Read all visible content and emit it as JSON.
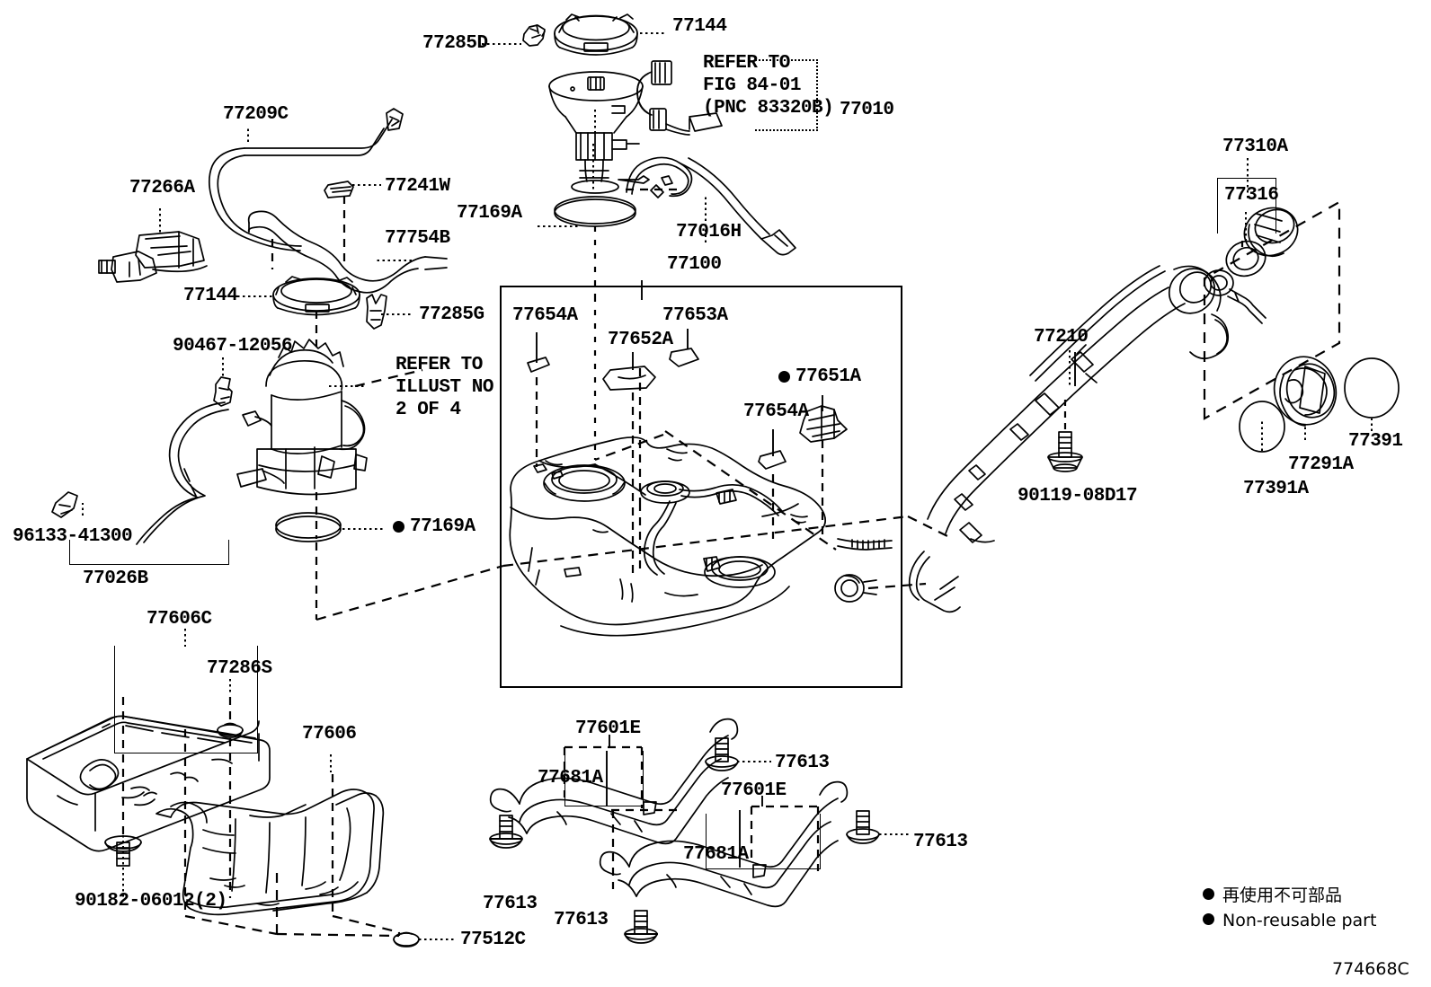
{
  "diagram": {
    "type": "automotive-parts-exploded-diagram",
    "drawing_number": "774668C",
    "subject": "Fuel Tank & Tube",
    "legend": {
      "symbol": "filled-circle",
      "text_jp": "再使用不可部品",
      "text_en": "Non-reusable part"
    },
    "notes": [
      {
        "id": "note-refer-fig",
        "lines": [
          "REFER TO",
          "FIG 84-01",
          "(PNC 83320B)"
        ]
      },
      {
        "id": "note-refer-illust",
        "lines": [
          "REFER TO",
          "ILLUST NO",
          "2 OF 4"
        ]
      }
    ],
    "callouts": [
      {
        "id": "c-77144-top",
        "text": "77144"
      },
      {
        "id": "c-77285D",
        "text": "77285D"
      },
      {
        "id": "c-77010",
        "text": "77010"
      },
      {
        "id": "c-77209C",
        "text": "77209C"
      },
      {
        "id": "c-77266A",
        "text": "77266A"
      },
      {
        "id": "c-77241W",
        "text": "77241W"
      },
      {
        "id": "c-77754B",
        "text": "77754B"
      },
      {
        "id": "c-77169A-top",
        "text": "77169A"
      },
      {
        "id": "c-77016H",
        "text": "77016H"
      },
      {
        "id": "c-77100",
        "text": "77100"
      },
      {
        "id": "c-77144-mid",
        "text": "77144"
      },
      {
        "id": "c-77285G",
        "text": "77285G"
      },
      {
        "id": "c-90467",
        "text": "90467-12056"
      },
      {
        "id": "c-96133",
        "text": "96133-41300"
      },
      {
        "id": "c-77026B",
        "text": "77026B"
      },
      {
        "id": "c-77169A-mid",
        "text": "77169A",
        "bullet": true
      },
      {
        "id": "c-77654A-1",
        "text": "77654A"
      },
      {
        "id": "c-77652A",
        "text": "77652A"
      },
      {
        "id": "c-77653A",
        "text": "77653A"
      },
      {
        "id": "c-77651A",
        "text": "77651A",
        "bullet": true
      },
      {
        "id": "c-77654A-2",
        "text": "77654A"
      },
      {
        "id": "c-77310A",
        "text": "77310A"
      },
      {
        "id": "c-77316",
        "text": "77316"
      },
      {
        "id": "c-77210",
        "text": "77210"
      },
      {
        "id": "c-90119",
        "text": "90119-08D17"
      },
      {
        "id": "c-77391",
        "text": "77391"
      },
      {
        "id": "c-77291A",
        "text": "77291A"
      },
      {
        "id": "c-77391A",
        "text": "77391A"
      },
      {
        "id": "c-77606C",
        "text": "77606C"
      },
      {
        "id": "c-77286S",
        "text": "77286S"
      },
      {
        "id": "c-77606",
        "text": "77606"
      },
      {
        "id": "c-90182",
        "text": "90182-06012(2)"
      },
      {
        "id": "c-77512C",
        "text": "77512C"
      },
      {
        "id": "c-77601E-1",
        "text": "77601E"
      },
      {
        "id": "c-77681A-1",
        "text": "77681A"
      },
      {
        "id": "c-77613-1",
        "text": "77613"
      },
      {
        "id": "c-77613-2",
        "text": "77613"
      },
      {
        "id": "c-77601E-2",
        "text": "77601E"
      },
      {
        "id": "c-77681A-2",
        "text": "77681A"
      },
      {
        "id": "c-77613-3",
        "text": "77613"
      },
      {
        "id": "c-77613-4",
        "text": "77613"
      }
    ]
  }
}
